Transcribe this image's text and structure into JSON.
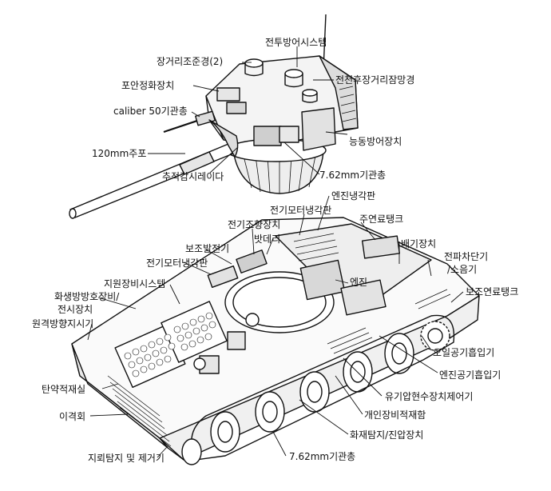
{
  "turret_labels": {
    "defense_system": "전투방어시스템",
    "rangefinder": "장거리조준경(2)",
    "rear_sight": "전천후장거리잠망경",
    "gun_stabilizer": "포안정화장치",
    "caliber50": "caliber 50기관총",
    "main_gun": "120mm주포",
    "tracking_radar": "추적감시레이다",
    "active_defense": "능동방어장치",
    "coax_mg": "7.62mm기관총"
  },
  "hull_labels": {
    "engine_cooling": "엔진냉각판",
    "motor_cooling_top": "전기모터냉각판",
    "main_fuel": "주연료탱크",
    "steering": "전기조향장치",
    "battery": "밧데리",
    "exhaust": "배기장치",
    "aux_generator": "보조발전기",
    "motor_cooling": "전기모터냉각판",
    "power_cutoff": "전파차단기",
    "muffler": "/소음기",
    "engine": "엔진",
    "aux_fuel": "보조연료탱크",
    "support_system": "지원장비시스템",
    "fire_protection": "화생방방호장비/",
    "display": "전시장치",
    "remote_turret": "원격방향지시기",
    "oil_intake": "오일공기흡입기",
    "engine_intake": "엔진공기흡입기",
    "ammo_storage": "탄약적재실",
    "hydraulic": "유기압현수장치제어기",
    "spacer": "이격회",
    "personal_gear": "개인장비적재함",
    "fire_suppression": "화재탐지/진압장치",
    "mine_detector": "지뢰탐지 및 제거기",
    "hull_mg": "7.62mm기관총"
  }
}
